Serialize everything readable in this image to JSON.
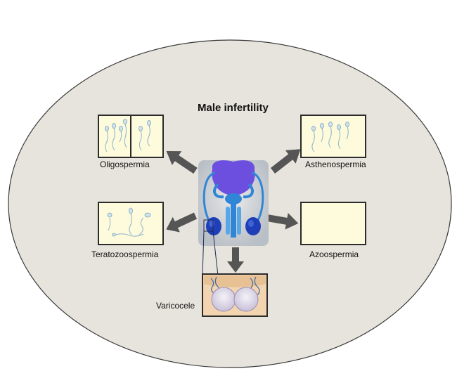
{
  "diagram": {
    "title": "Male infertility",
    "conditions": [
      {
        "id": "oligospermia",
        "label": "Oligospermia"
      },
      {
        "id": "asthenospermia",
        "label": "Asthenospermia"
      },
      {
        "id": "teratozoospermia",
        "label": "Teratozoospermia"
      },
      {
        "id": "azoospermia",
        "label": "Azoospermia"
      },
      {
        "id": "varicocele",
        "label": "Varicocele"
      }
    ]
  },
  "colors": {
    "ellipse_fill": "#e6e4dc",
    "panel_fill": "#fdfbdc",
    "panel_border": "#2b2b2b",
    "arrow": "#555555",
    "organ_blue": "#2f86d6",
    "bladder_purple": "#6d4fe0",
    "testis_blue": "#1f3fb8",
    "skin": "#f2d4b0"
  }
}
